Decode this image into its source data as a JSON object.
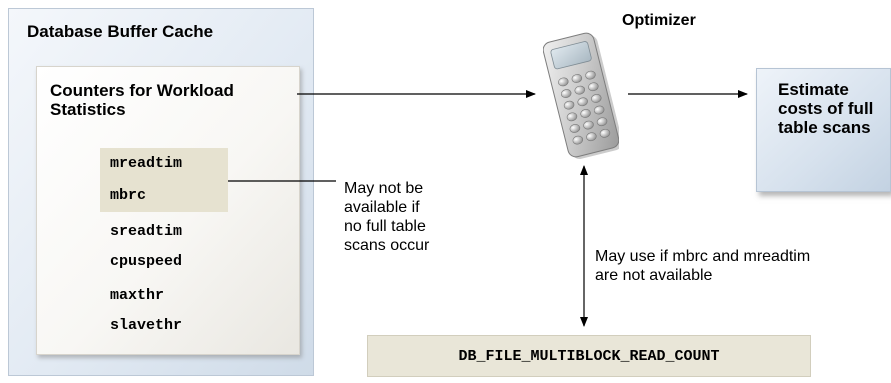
{
  "cache": {
    "title": "Database Buffer Cache",
    "counters_title": "Counters for Workload Statistics",
    "counters": [
      "mreadtim",
      "mbrc",
      "sreadtim",
      "cpuspeed",
      "maxthr",
      "slavethr"
    ]
  },
  "optimizer": {
    "label": "Optimizer",
    "icon": "calculator-icon"
  },
  "estimate": {
    "text": "Estimate costs of full table scans"
  },
  "notes": {
    "mbrc": "May not be\navailable if\nno full table\nscans occur",
    "parameter_usage": "May use if mbrc and mreadtim\nare not available"
  },
  "parameter": {
    "name": "DB_FILE_MULTIBLOCK_READ_COUNT"
  },
  "colors": {
    "cache_panel": "#dfe7f1",
    "counters_panel": "#f8f7f4",
    "highlight": "#e6e2d0",
    "estimate_box": "#d6e1ed",
    "parameter_box": "#e9e6d8"
  }
}
